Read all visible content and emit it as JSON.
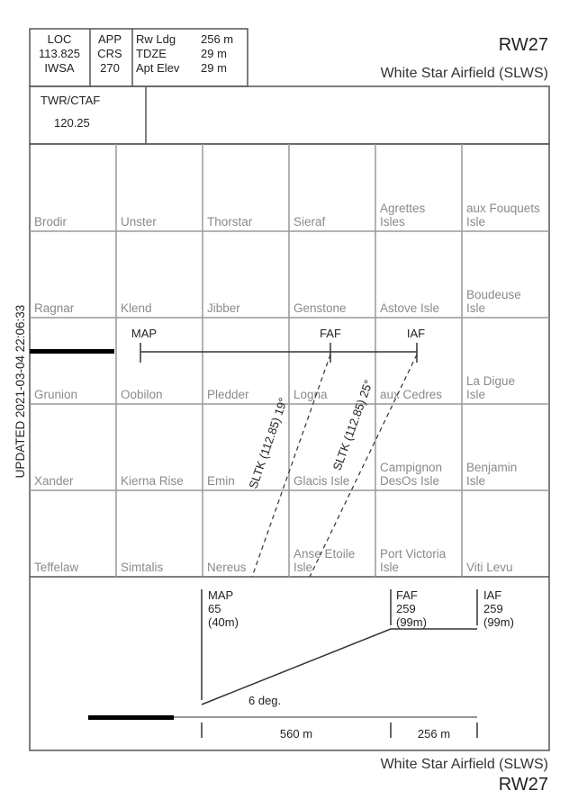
{
  "header": {
    "loc": [
      "LOC",
      "113.825",
      "IWSA"
    ],
    "app": [
      "APP",
      "CRS",
      "270"
    ],
    "rwy_labels": [
      "Rw Ldg",
      "TDZE",
      "Apt Elev"
    ],
    "rwy_values": [
      "256 m",
      "29 m",
      "29 m"
    ],
    "runway": "RW27",
    "airfield": "White Star Airfield (SLWS)",
    "freq_label": "TWR/CTAF",
    "freq_value": "120.25"
  },
  "updated": "UPDATED 2021-03-04 22:06:33",
  "grid": [
    [
      [
        "Brodir"
      ],
      [
        "Unster"
      ],
      [
        "Thorstar"
      ],
      [
        "Sieraf"
      ],
      [
        "Agrettes",
        "Isles"
      ],
      [
        "aux Fouquets",
        "Isle"
      ]
    ],
    [
      [
        "Ragnar"
      ],
      [
        "Klend"
      ],
      [
        "Jibber"
      ],
      [
        "Genstone"
      ],
      [
        "Astove Isle"
      ],
      [
        "Boudeuse",
        "Isle"
      ]
    ],
    [
      [
        "Grunion"
      ],
      [
        "Oobilon"
      ],
      [
        "Pledder"
      ],
      [
        "Logna"
      ],
      [
        "aux Cedres"
      ],
      [
        "La Digue",
        "Isle"
      ]
    ],
    [
      [
        "Xander"
      ],
      [
        "Kierna Rise"
      ],
      [
        "Emin"
      ],
      [
        "Glacis Isle"
      ],
      [
        "Campignon",
        "DesOs Isle"
      ],
      [
        "Benjamin",
        "Isle"
      ]
    ],
    [
      [
        "Teffelaw"
      ],
      [
        "Simtalis"
      ],
      [
        "Nereus"
      ],
      [
        "Anse Etoile",
        "Isle"
      ],
      [
        "Port Victoria",
        "Isle"
      ],
      [
        "Viti Levu"
      ]
    ]
  ],
  "plan": {
    "fixes": [
      "MAP",
      "FAF",
      "IAF"
    ],
    "radials": [
      "SLTK (112.85) 19°",
      "SLTK (112.85) 25°"
    ]
  },
  "profile": {
    "map": [
      "MAP",
      "65",
      "(40m)"
    ],
    "faf": [
      "FAF",
      "259",
      "(99m)"
    ],
    "iaf": [
      "IAF",
      "259",
      "(99m)"
    ],
    "angle": "6 deg.",
    "dist1": "560 m",
    "dist2": "256 m"
  },
  "footer": {
    "airfield": "White Star Airfield (SLWS)",
    "runway": "RW27"
  }
}
